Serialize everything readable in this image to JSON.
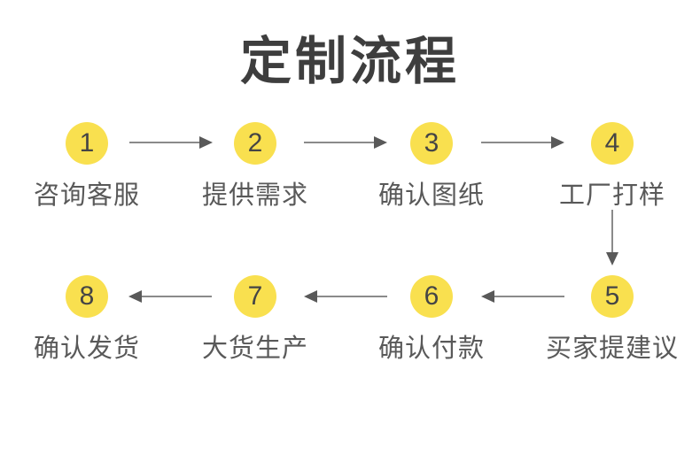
{
  "title": "定制流程",
  "colors": {
    "title": "#3e3e3e",
    "circle_bg": "#f9e04f",
    "number": "#454545",
    "label": "#595959",
    "arrow_line": "#8a8a8a",
    "arrow_head": "#595959"
  },
  "steps": [
    {
      "number": "1",
      "label": "咨询客服"
    },
    {
      "number": "2",
      "label": "提供需求"
    },
    {
      "number": "3",
      "label": "确认图纸"
    },
    {
      "number": "4",
      "label": "工厂打样"
    },
    {
      "number": "5",
      "label": "买家提建议"
    },
    {
      "number": "6",
      "label": "确认付款"
    },
    {
      "number": "7",
      "label": "大货生产"
    },
    {
      "number": "8",
      "label": "确认发货"
    }
  ]
}
